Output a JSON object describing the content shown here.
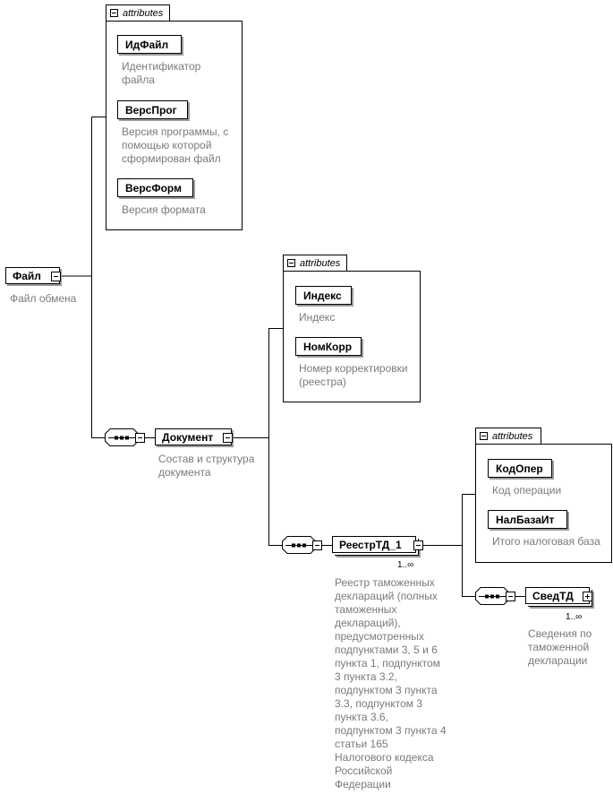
{
  "root": {
    "label": "Файл",
    "desc": "Файл обмена"
  },
  "root_attributes": {
    "tab_label": "attributes",
    "items": [
      {
        "name": "ИдФайл",
        "desc": "Идентификатор\nфайла"
      },
      {
        "name": "ВерсПрог",
        "desc": "Версия программы, с\nпомощью которой\nсформирован файл"
      },
      {
        "name": "ВерсФорм",
        "desc": "Версия формата"
      }
    ]
  },
  "document": {
    "label": "Документ",
    "desc": "Состав и структура\nдокумента"
  },
  "document_attributes": {
    "tab_label": "attributes",
    "items": [
      {
        "name": "Индекс",
        "desc": "Индекс"
      },
      {
        "name": "НомКорр",
        "desc": "Номер корректировки\n(реестра)"
      }
    ]
  },
  "registry": {
    "label": "РеестрТД_1",
    "cardinality": "1..∞",
    "desc": "Реестр таможенных\nдеклараций (полных\nтаможенных\nдеклараций),\nпредусмотренных\nподпунктами 3, 5 и 6\nпункта 1, подпунктом\n3 пункта 3.2,\nподпунктом 3 пункта\n3.3, подпунктом 3\nпункта 3.6,\nподпунктом 3 пункта 4\nстатьи 165\nНалогового кодекса\nРоссийской\nФедерации"
  },
  "registry_attributes": {
    "tab_label": "attributes",
    "items": [
      {
        "name": "КодОпер",
        "desc": "Код операции"
      },
      {
        "name": "НалБазаИт",
        "desc": "Итого налоговая база"
      }
    ]
  },
  "customs": {
    "label": "СведТД",
    "cardinality": "1..∞",
    "desc": "Сведения по\nтаможенной\nдекларации"
  }
}
